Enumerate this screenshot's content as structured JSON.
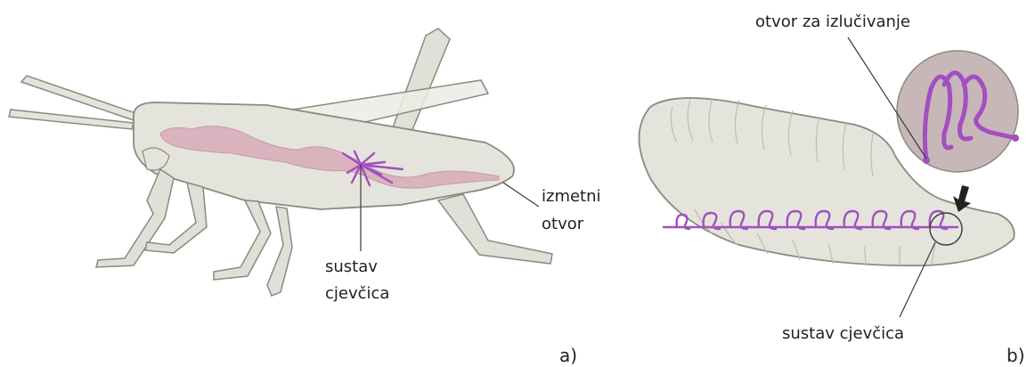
{
  "panel_a": {
    "label_anus_line1": "izmetni",
    "label_anus_line2": "otvor",
    "label_tubules_line1": "sustav",
    "label_tubules_line2": "cjevčica",
    "panel_letter": "a)"
  },
  "panel_b": {
    "label_opening": "otvor za izlučivanje",
    "label_tubules": "sustav cjevčica",
    "panel_letter": "b)"
  },
  "colors": {
    "body_fill": "#e4e4dc",
    "outline": "#8a8a80",
    "gut_pink": "#d9b3bd",
    "tubule_purple": "#a24fc0",
    "inset_bg": "#c7b7b9"
  }
}
